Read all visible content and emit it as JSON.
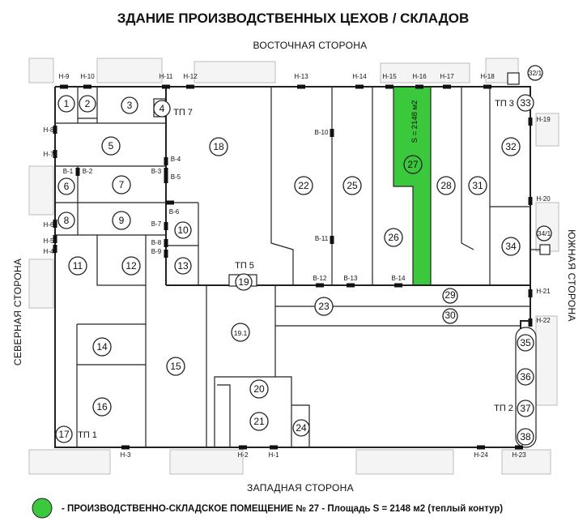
{
  "title": "ЗДАНИЕ ПРОИЗВОДСТВЕННЫХ ЦЕХОВ / СКЛАДОВ",
  "sides": {
    "east": "ВОСТОЧНАЯ СТОРОНА",
    "west": "ЗАПАДНАЯ СТОРОНА",
    "north": "СЕВЕРНАЯ СТОРОНА",
    "south": "ЮЖНАЯ СТОРОНА"
  },
  "highlight": {
    "room": "27",
    "area": "S = 2148 м2",
    "color": "#3cc83c"
  },
  "legend": {
    "text": "- ПРОИЗВОДСТВЕННО-СКЛАДСКОЕ ПОМЕЩЕНИЕ № 27 - Площадь S = 2148 м2 (теплый контур)"
  },
  "rooms": [
    "1",
    "2",
    "3",
    "4",
    "5",
    "6",
    "7",
    "8",
    "9",
    "10",
    "11",
    "12",
    "13",
    "14",
    "15",
    "16",
    "17",
    "18",
    "19",
    "19.1",
    "20",
    "21",
    "22",
    "23",
    "24",
    "25",
    "26",
    "27",
    "28",
    "29",
    "30",
    "31",
    "32",
    "32/1",
    "33",
    "34",
    "34/1",
    "35",
    "36",
    "37",
    "38"
  ],
  "substations": [
    "ТП 1",
    "ТП 2",
    "ТП 3",
    "ТП 5",
    "ТП 7"
  ],
  "doors_h": [
    "Н-1",
    "Н-2",
    "Н-3",
    "Н-4",
    "Н-5",
    "Н-6",
    "Н-7",
    "Н-8",
    "Н-9",
    "Н-10",
    "Н-11",
    "Н-12",
    "Н-13",
    "Н-14",
    "Н-15",
    "Н-16",
    "Н-17",
    "Н-18",
    "Н-19",
    "Н-20",
    "Н-21",
    "Н-22",
    "Н-23",
    "Н-24"
  ],
  "doors_v": [
    "В-1",
    "В-2",
    "В-3",
    "В-4",
    "В-5",
    "В-6",
    "В-7",
    "В-8",
    "В-9",
    "В-10",
    "В-11",
    "В-12",
    "В-13",
    "В-14"
  ]
}
